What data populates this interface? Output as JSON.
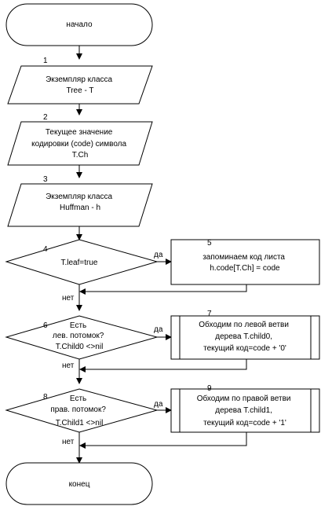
{
  "start": {
    "label": "начало"
  },
  "end": {
    "label": "конец"
  },
  "blocks": [
    {
      "number": "1",
      "lines": [
        "Экземпляр класса",
        "Tree - T"
      ]
    },
    {
      "number": "2",
      "lines": [
        "Текущее значение",
        "кодировки (code) символа",
        "T.Ch"
      ]
    },
    {
      "number": "3",
      "lines": [
        "Экземпляр класса",
        "Huffman - h"
      ]
    },
    {
      "number": "4",
      "lines": [
        "T.leaf=true"
      ]
    },
    {
      "number": "5",
      "lines": [
        "запоминаем код листа",
        "h.code[T.Ch] = code"
      ]
    },
    {
      "number": "6",
      "lines": [
        "Есть",
        "лев. потомок?",
        "T.Child0 <>nil"
      ]
    },
    {
      "number": "7",
      "lines": [
        "Обходим по левой ветви",
        "дерева T.child0,",
        "текущий код=code + '0'"
      ]
    },
    {
      "number": "8",
      "lines": [
        "Есть",
        "прав. потомок?",
        "T.Child1 <>nil"
      ]
    },
    {
      "number": "9",
      "lines": [
        "Обходим по правой ветви",
        "дерева T.child1,",
        "текущий код=code + '1'"
      ]
    }
  ],
  "branch_labels": {
    "yes": "да",
    "no": "нет"
  }
}
